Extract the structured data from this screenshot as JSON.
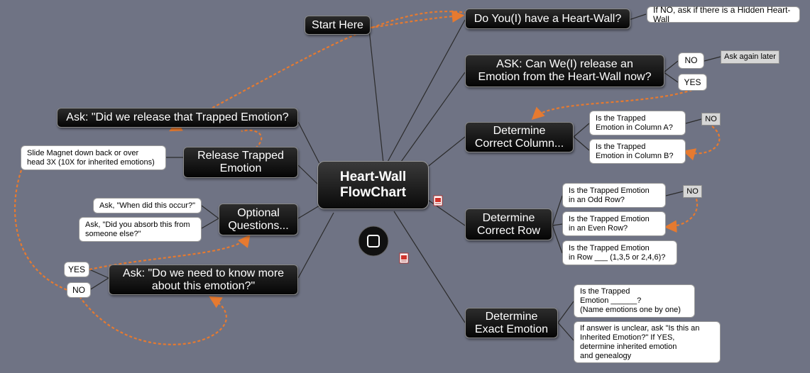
{
  "center": {
    "title": "Heart-Wall\nFlowChart"
  },
  "nodes": {
    "start_here": "Start Here",
    "heart_wall_question": "Do You(I) have a Heart-Wall?",
    "release_question": "ASK: Can We(I) release an\nEmotion from the Heart-Wall now?",
    "determine_column": "Determine\nCorrect Column...",
    "determine_row": "Determine\nCorrect Row",
    "determine_emotion": "Determine\nExact Emotion",
    "ask_released": "Ask: \"Did we release that Trapped Emotion?",
    "release_trapped": "Release Trapped\nEmotion",
    "optional_questions": "Optional\nQuestions...",
    "need_to_know_more": "Ask: \"Do we need to know more\nabout this emotion?\""
  },
  "notes": {
    "hidden_heart_wall": "If NO, ask if there is a Hidden Heart-Wall",
    "release_no": "NO",
    "ask_again_later": "Ask again later",
    "release_yes": "YES",
    "column_a": "Is the Trapped\nEmotion in Column A?",
    "column_no": "NO",
    "column_b": "Is the Trapped\nEmotion in Column B?",
    "odd_row": "Is the Trapped Emotion\nin an Odd Row?",
    "row_no": "NO",
    "even_row": "Is the Trapped Emotion\nin an Even Row?",
    "row_number": "Is the Trapped Emotion\nin Row ___ (1,3,5 or 2,4,6)?",
    "exact_emotion": "Is the Trapped\nEmotion ______?\n(Name emotions one by one)",
    "inherited": "If answer is unclear, ask \"Is this an\nInherited Emotion?\" If YES,\ndetermine inherited emotion\nand  genealogy",
    "slide_magnet": "Slide Magnet down back or over\nhead 3X (10X for inherited emotions)",
    "when_occur": "Ask, \"When did this occur?\"",
    "absorb": "Ask, \"Did you absorb this from\nsomeone else?\"",
    "more_yes": "YES",
    "more_no": "NO"
  },
  "icons": [
    "mindmap-note-icon",
    "mindmap-note-icon",
    "rounded-square-topic-icon"
  ],
  "colors": {
    "background": "#6f7384",
    "connector": "#2b2b2b",
    "relationship": "#e67a30"
  }
}
